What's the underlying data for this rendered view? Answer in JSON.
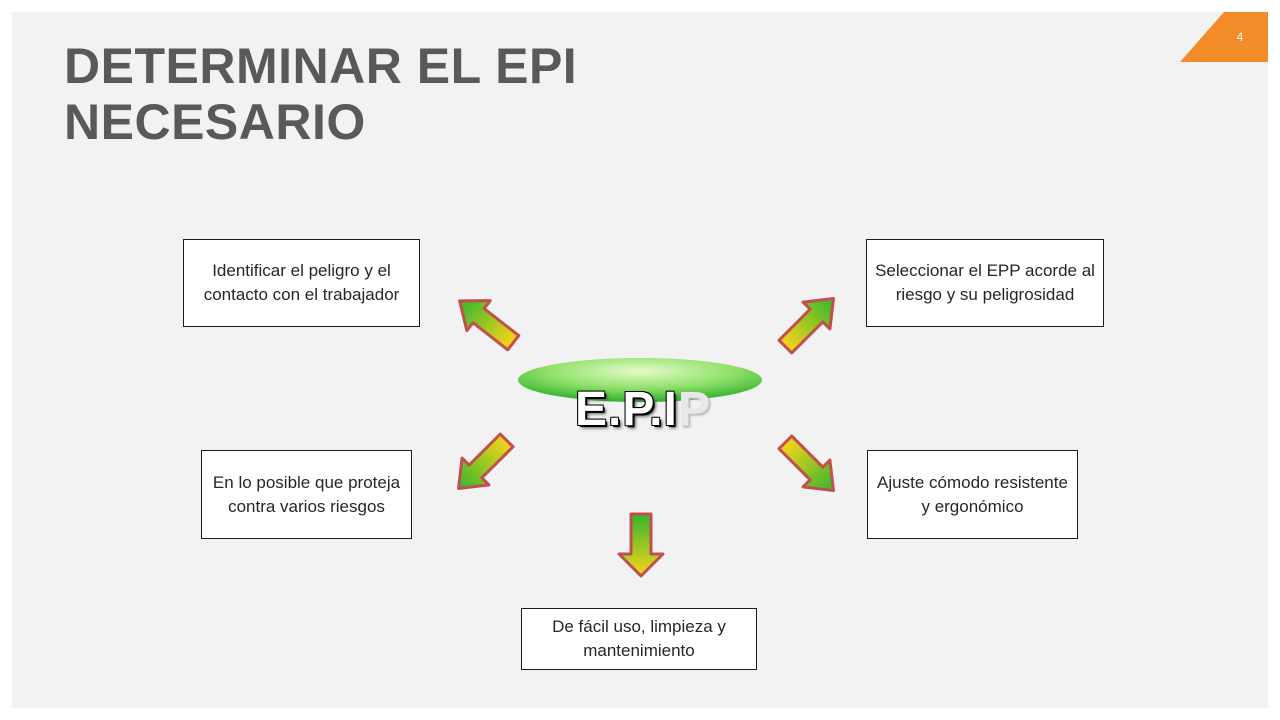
{
  "slide": {
    "title_lines": [
      "DETERMINAR EL EPI",
      "NECESARIO"
    ],
    "page_number": "4",
    "accent_color": "#f28c28"
  },
  "diagram": {
    "center": {
      "main": "E.P.I",
      "ghost": "P"
    },
    "nodes": [
      {
        "id": "identify",
        "text": "Identificar el peligro y el contacto con el trabajador"
      },
      {
        "id": "select",
        "text": "Seleccionar el EPP acorde al riesgo y su peligrosidad"
      },
      {
        "id": "multi-risk",
        "text": "En lo posible que proteja contra varios riesgos"
      },
      {
        "id": "fit",
        "text": "Ajuste cómodo resistente y ergonómico"
      },
      {
        "id": "easy-use",
        "text": "De fácil uso, limpieza y mantenimiento"
      }
    ],
    "arrow_colors": {
      "start": "#4cc23a",
      "end": "#f5d31c",
      "stroke": "#c0504d"
    },
    "ellipse_colors": {
      "light": "#d9f7b8",
      "dark": "#3fc23a"
    }
  }
}
